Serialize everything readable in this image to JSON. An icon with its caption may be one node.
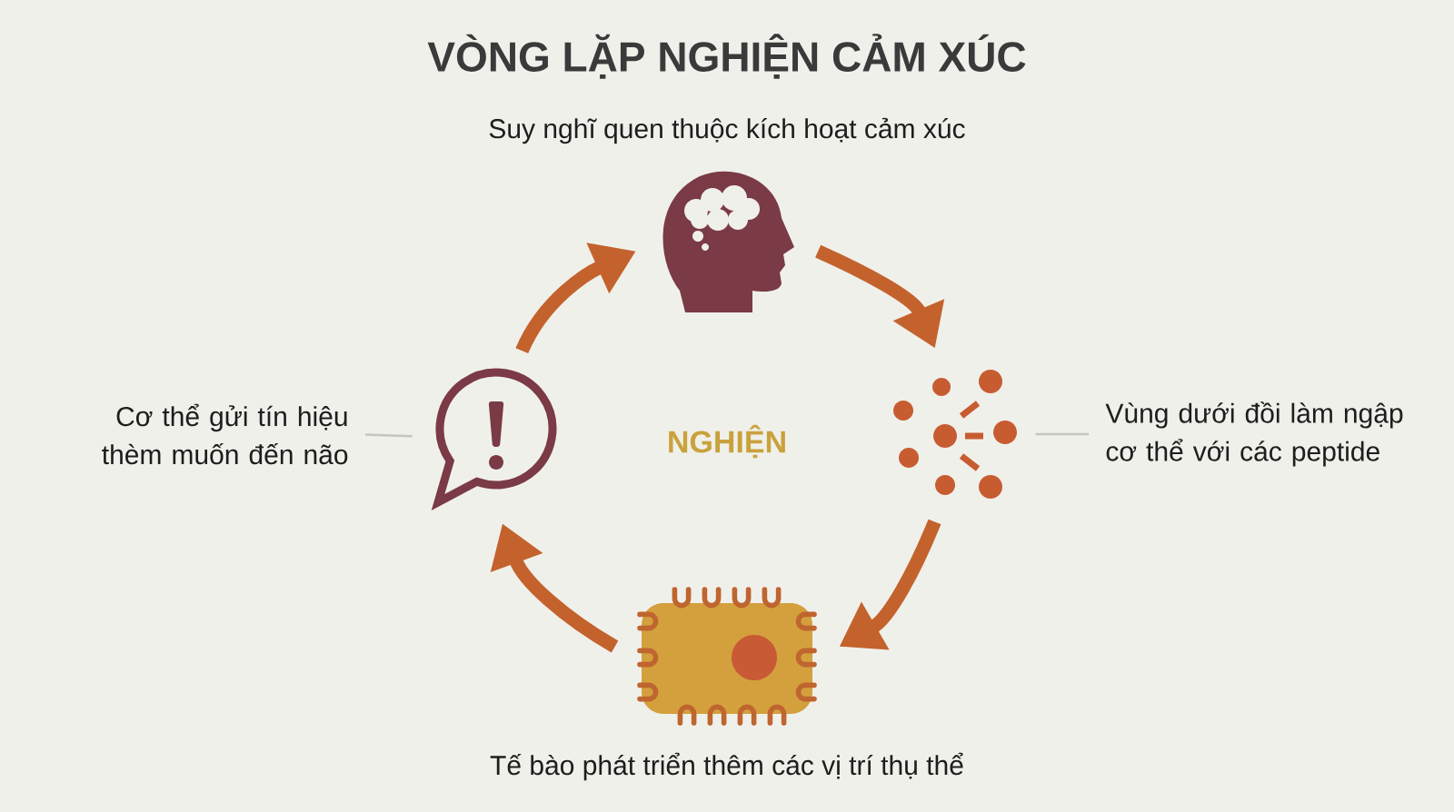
{
  "diagram": {
    "title": "VÒNG LẶP NGHIỆN CẢM XÚC",
    "nodes": [
      {
        "text": [],
        "shape": "picture",
        "beside": [
          "Suy nghĩ quen thuộc kích hoạt cảm xúc"
        ]
      },
      {
        "text": [],
        "shape": "picture"
      },
      {
        "text": [],
        "shape": "picture"
      },
      {
        "text": [],
        "shape": "picture",
        "beside": [
          "Tế bào phát triển thêm các vị trí thụ thể"
        ]
      },
      {
        "text": [
          "Vùng dưới đồi làm ngập cơ thể với các peptide"
        ]
      },
      {
        "text": [
          "Cơ thể gửi tín hiệu thèm muốn đến não"
        ]
      }
    ],
    "edges": [
      {
        "from": 0,
        "to": 2,
        "arrow": "to"
      },
      {
        "from": 2,
        "to": 3,
        "arrow": "to"
      },
      {
        "from": 3,
        "to": 1,
        "arrow": "to"
      },
      {
        "from": 1,
        "to": 0,
        "arrow": "to"
      },
      {
        "from": 4,
        "to": 2,
        "arrow": "none",
        "color": "#c4c4c0"
      },
      {
        "from": 5,
        "to": 1,
        "arrow": "none",
        "color": "#c4c4c0"
      }
    ],
    "labels": [
      "NGHIỆN"
    ]
  }
}
